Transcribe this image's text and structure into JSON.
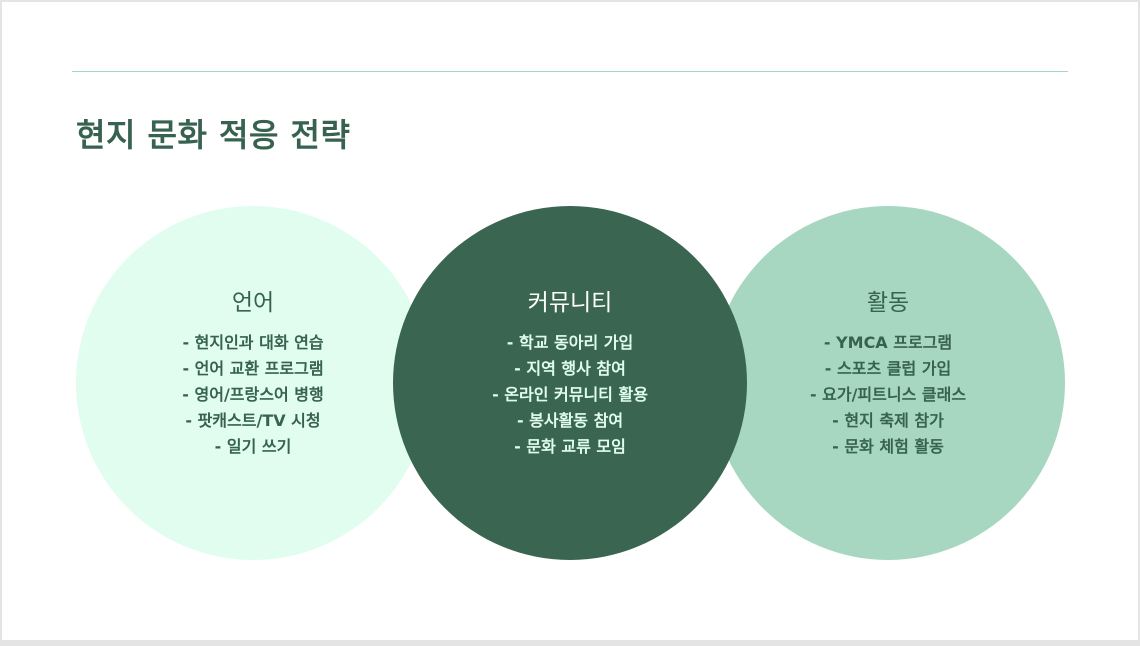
{
  "slide": {
    "title": "현지 문화 적응 전략"
  },
  "colors": {
    "title": "#37624f",
    "rule": "#9fd9bf",
    "circle_language": "#e0fdf0",
    "circle_community": "#3a6551",
    "circle_activity": "#a7d6c1"
  },
  "circles": [
    {
      "heading": "언어",
      "items": [
        "- 현지인과 대화 연습",
        "- 언어 교환 프로그램",
        "- 영어/프랑스어 병행",
        "- 팟캐스트/TV 시청",
        "- 일기 쓰기"
      ]
    },
    {
      "heading": "커뮤니티",
      "items": [
        "- 학교 동아리 가입",
        "- 지역 행사 참여",
        "- 온라인 커뮤니티 활용",
        "- 봉사활동 참여",
        "- 문화 교류 모임"
      ]
    },
    {
      "heading": "활동",
      "items": [
        "- YMCA 프로그램",
        "- 스포츠 클럽 가입",
        "- 요가/피트니스 클래스",
        "- 현지 축제 참가",
        "- 문화 체험 활동"
      ]
    }
  ]
}
